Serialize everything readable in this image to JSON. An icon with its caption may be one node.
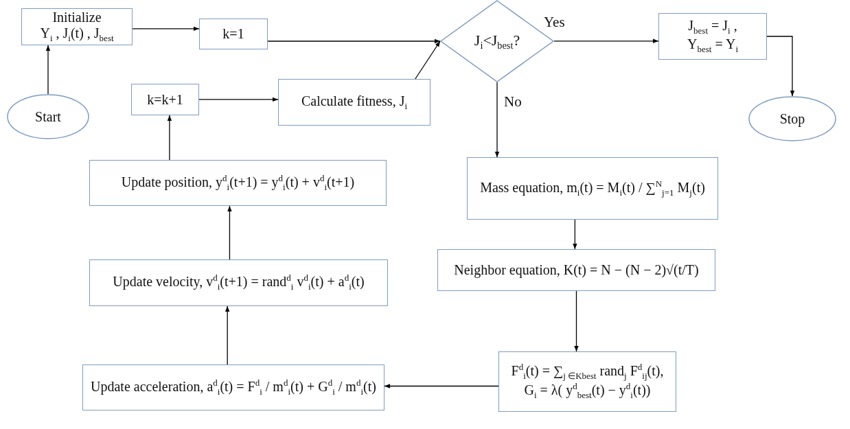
{
  "diagram": {
    "nodes": [
      {
        "text": [
          "Start"
        ]
      },
      {
        "text": [
          "Initialize",
          "Y$_{i}$ , J$_{i}$(t) , J$_{best}$"
        ]
      },
      {
        "text": [
          "k=1"
        ]
      },
      {
        "text": [
          "J$_{i}$<J$_{best}$?"
        ]
      },
      {
        "text": [
          "J$_{best}$ = J$_{i}$ ,",
          "Y$_{best}$ = Y$_{i}$"
        ]
      },
      {
        "text": [
          "Stop"
        ]
      },
      {
        "text": [
          "k=k+1"
        ]
      },
      {
        "text": [
          "Calculate fitness, J$_{i}$"
        ]
      },
      {
        "text": [
          "Update position, y$^{d}$$_{i}$(t+1) = y$^{d}$$_{i}$(t) + v$^{d}$$_{i}$(t+1)"
        ]
      },
      {
        "text": [
          "Mass equation, m$_{i}$(t) = M$_{i}$(t) / ∑$^{N}$$_{j=1}$ M$_{j}$(t)"
        ]
      },
      {
        "text": [
          "Update velocity, v$^{d}$$_{i}$(t+1) = rand$^{d}$$_{i}$ v$^{d}$$_{i}$(t) + a$^{d}$$_{i}$(t)"
        ]
      },
      {
        "text": [
          "Neighbor equation, K(t) = N − (N − 2)√(t/T)"
        ]
      },
      {
        "text": [
          "Update acceleration, a$^{d}$$_{i}$(t) = F$^{d}$$_{i}$ / m$^{d}$$_{i}$(t) + G$^{d}$$_{i}$ / m$^{d}$$_{i}$(t)"
        ]
      },
      {
        "text": [
          "F$^{d}$$_{i}$(t) = ∑$_{j ∈Kbest}$ rand$_{j}$ F$^{d}$$_{ij}$(t),",
          "G$_{i}$ = λ( y$^{d}$$_{best}$(t) − y$^{d}$$_{i}$(t))"
        ]
      }
    ],
    "edges": [
      {
        "from": 0,
        "to": 1,
        "arrow": "to"
      },
      {
        "from": 1,
        "to": 2,
        "arrow": "to"
      },
      {
        "from": 2,
        "to": 3,
        "arrow": "to"
      },
      {
        "from": 7,
        "to": 3,
        "arrow": "to"
      },
      {
        "from": 3,
        "to": 4,
        "arrow": "to",
        "label": "Yes"
      },
      {
        "from": 4,
        "to": 5,
        "arrow": "to"
      },
      {
        "from": 3,
        "to": 9,
        "arrow": "to",
        "label": "No"
      },
      {
        "from": 9,
        "to": 11,
        "arrow": "to"
      },
      {
        "from": 11,
        "to": 13,
        "arrow": "to"
      },
      {
        "from": 13,
        "to": 12,
        "arrow": "to"
      },
      {
        "from": 12,
        "to": 10,
        "arrow": "to"
      },
      {
        "from": 10,
        "to": 8,
        "arrow": "to"
      },
      {
        "from": 8,
        "to": 6,
        "arrow": "to"
      },
      {
        "from": 6,
        "to": 7,
        "arrow": "to"
      }
    ]
  }
}
